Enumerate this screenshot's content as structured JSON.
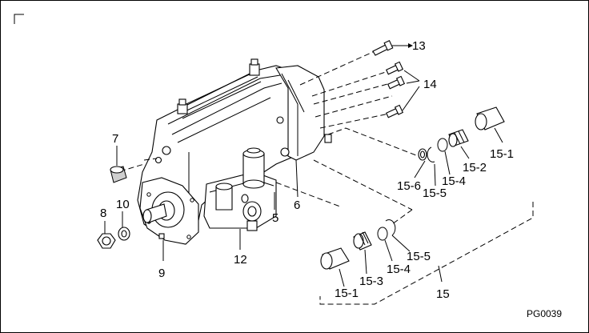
{
  "labels": {
    "p13": "13",
    "p14": "14",
    "p7": "7",
    "p8": "8",
    "p10": "10",
    "p9": "9",
    "p12": "12",
    "p5": "5",
    "p6": "6",
    "p15_1_top": "15-1",
    "p15_2": "15-2",
    "p15_4_top": "15-4",
    "p15_5_top": "15-5",
    "p15_6": "15-6",
    "p15_1_bot": "15-1",
    "p15_3": "15-3",
    "p15_4_bot": "15-4",
    "p15_5_bot": "15-5",
    "p15": "15"
  },
  "figure_ref": "PG0039"
}
